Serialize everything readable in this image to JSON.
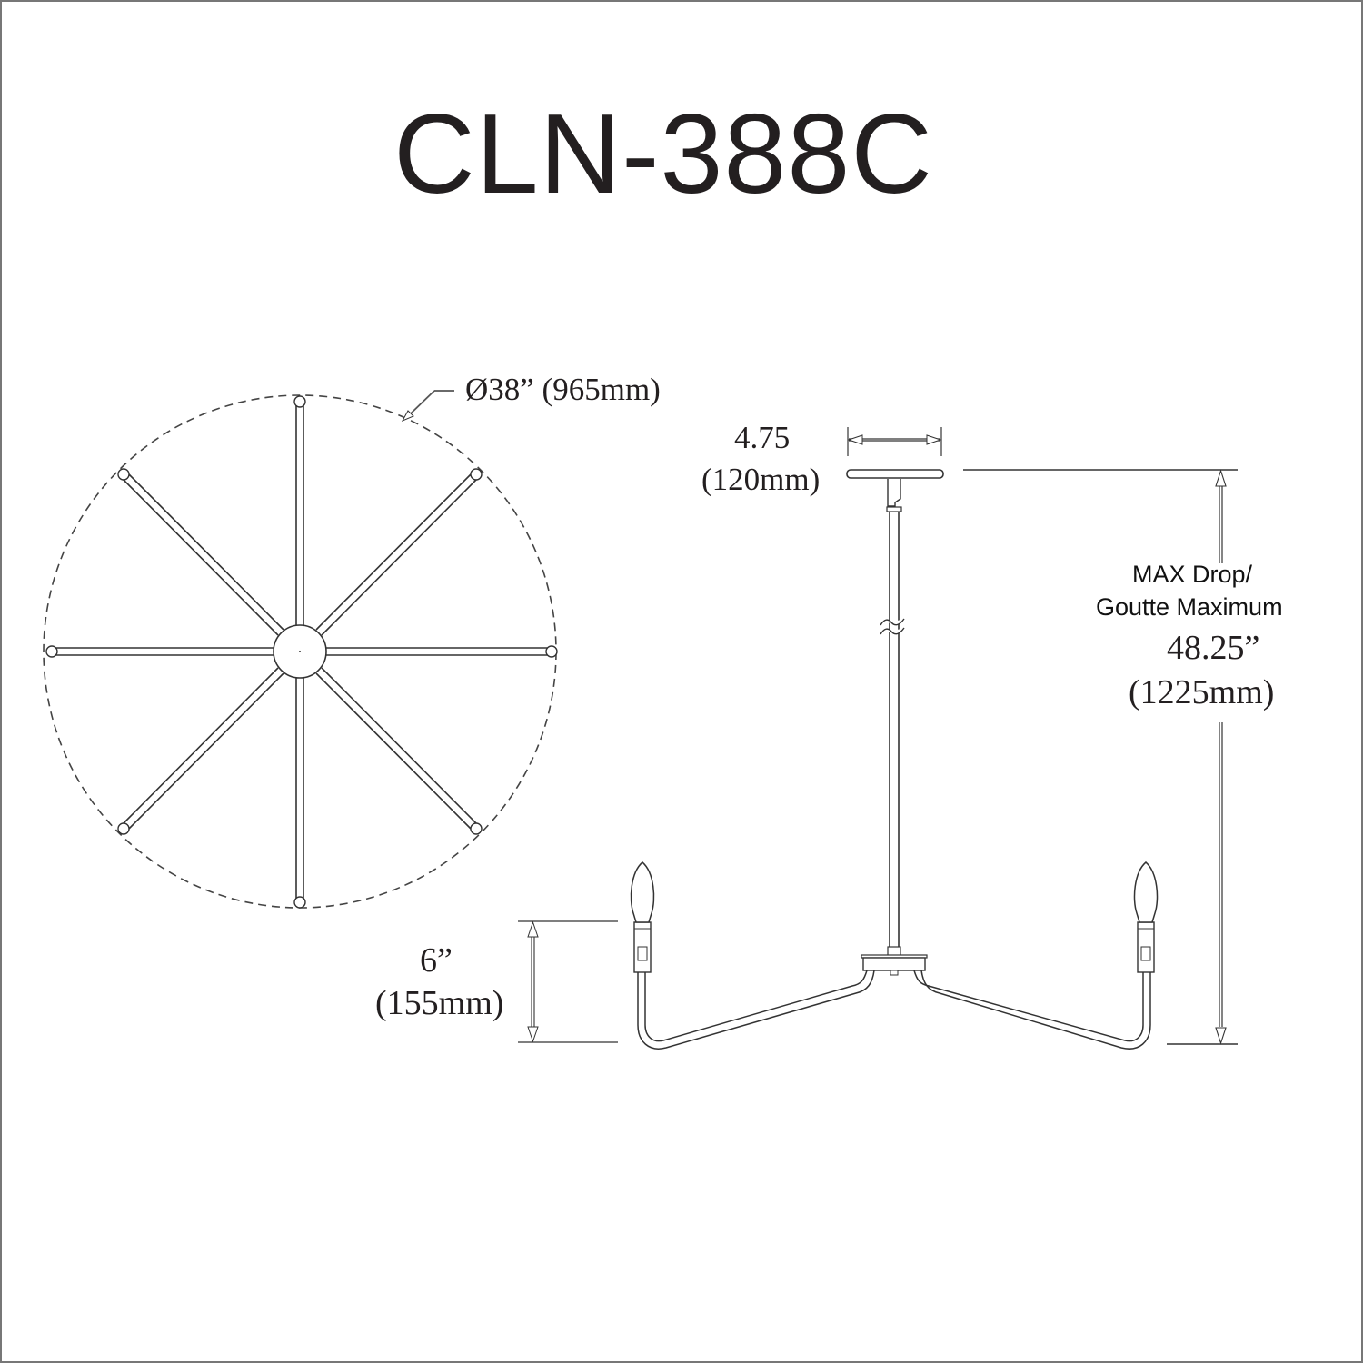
{
  "title": "CLN-388C",
  "top_view": {
    "diameter_label": "Ø38” (965mm)",
    "arm_count": 8
  },
  "side_view": {
    "canopy_width": {
      "inches": "4.75",
      "mm": "(120mm)"
    },
    "max_drop": {
      "label_en": "MAX Drop/",
      "label_fr": "Goutte Maximum",
      "inches": "48.25”",
      "mm": "(1225mm)"
    },
    "candle_height": {
      "inches": "6”",
      "mm": "(155mm)"
    }
  },
  "colors": {
    "line": "#3a3a3a",
    "text": "#231f20",
    "border": "#777777"
  }
}
